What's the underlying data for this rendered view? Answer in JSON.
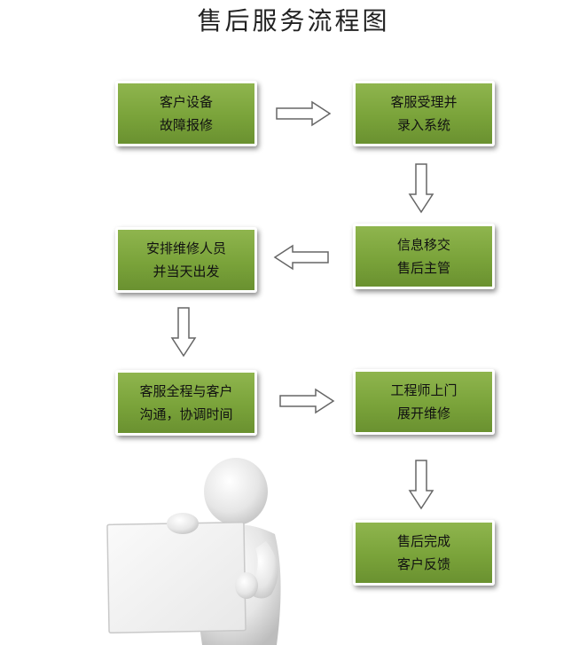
{
  "title": "售后服务流程图",
  "steps": [
    {
      "line1": "客户设备",
      "line2": "故障报修"
    },
    {
      "line1": "客服受理并",
      "line2": "录入系统"
    },
    {
      "line1": "信息移交",
      "line2": "售后主管"
    },
    {
      "line1": "安排维修人员",
      "line2": "并当天出发"
    },
    {
      "line1": "客服全程与客户",
      "line2": "沟通，协调时间"
    },
    {
      "line1": "工程师上门",
      "line2": "展开维修"
    },
    {
      "line1": "售后完成",
      "line2": "客户反馈"
    }
  ],
  "colors": {
    "box_fill": "#7aa33a",
    "box_border": "#ffffff",
    "arrow_fill": "#ffffff",
    "arrow_stroke": "#666666",
    "board": "#f4f4f4"
  }
}
